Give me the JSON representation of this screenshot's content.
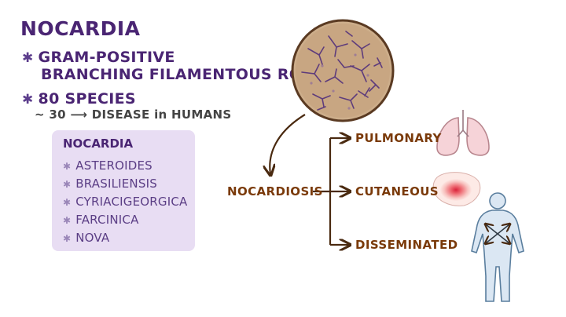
{
  "title": "NOCARDIA",
  "points": [
    {
      "line1": "GRAM-POSITIVE",
      "line2": "BRANCHING FILAMENTOUS RODS"
    },
    {
      "line1": "80 SPECIES"
    }
  ],
  "species_note": "~ 30 ⟶ DISEASE in HUMANS",
  "species_box": {
    "heading": "NOCARDIA",
    "items": [
      "ASTEROIDES",
      "BRASILIENSIS",
      "CYRIACIGEORGICA",
      "FARCINICA",
      "NOVA"
    ]
  },
  "disease": "NOCARDIOSIS",
  "forms": [
    "PULMONARY",
    "CUTANEOUS",
    "DISSEMINATED"
  ],
  "icons": {
    "bullet": "asterisk",
    "microscope": "microscope-view-icon",
    "lungs": "lungs-icon",
    "skin": "skin-lesion-icon",
    "body": "human-body-icon"
  },
  "colors": {
    "title": "#4a2573",
    "box": "#e8ddf3",
    "flow_labels": "#7a3a0a",
    "arrows": "#4a2a10"
  }
}
